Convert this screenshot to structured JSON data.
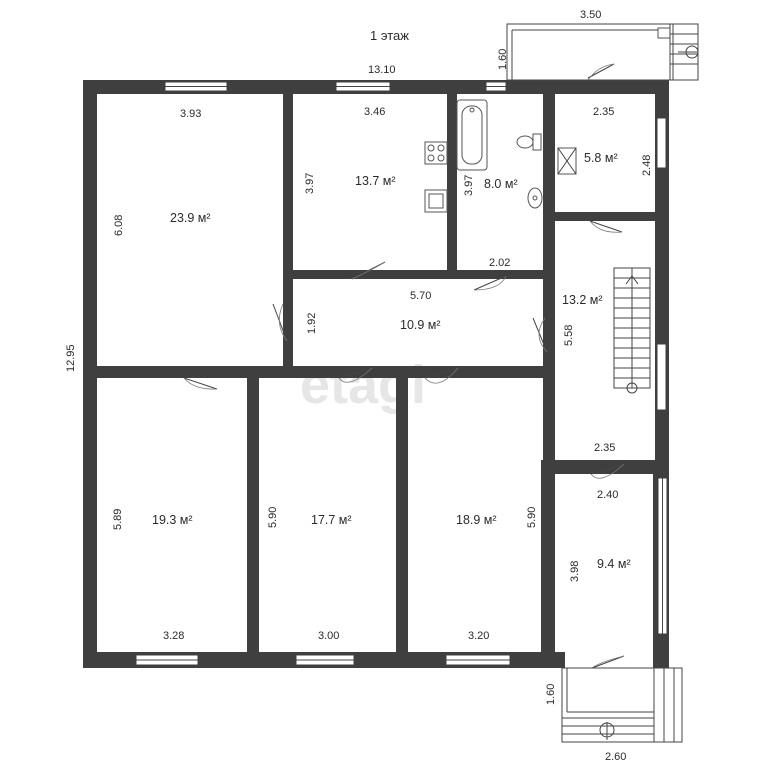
{
  "plan": {
    "floor_label": "1 этаж",
    "watermark": "etagi",
    "rooms": [
      {
        "area": "23.9 м²",
        "dims": [
          "3.93",
          "6.08"
        ]
      },
      {
        "area": "13.7 м²",
        "dims": [
          "3.46",
          "3.97"
        ]
      },
      {
        "area": "8.0 м²",
        "dims": [
          "3.97",
          "2.02"
        ]
      },
      {
        "area": "5.8 м²",
        "dims": [
          "2.35",
          "2.48"
        ]
      },
      {
        "area": "10.9 м²",
        "dims": [
          "5.70",
          "1.92"
        ]
      },
      {
        "area": "13.2 м²",
        "dims": [
          "5.58",
          "2.35"
        ]
      },
      {
        "area": "19.3 м²",
        "dims": [
          "5.89",
          "3.28"
        ]
      },
      {
        "area": "17.7 м²",
        "dims": [
          "5.90",
          "3.00"
        ]
      },
      {
        "area": "18.9 м²",
        "dims": [
          "5.90",
          "3.20"
        ]
      },
      {
        "area": "9.4 м²",
        "dims": [
          "2.40",
          "3.98"
        ]
      }
    ],
    "overall": {
      "width": "13.10",
      "height": "12.95"
    },
    "porches": [
      {
        "dims": [
          "3.50",
          "1.60"
        ]
      },
      {
        "dims": [
          "2.60",
          "1.60"
        ]
      }
    ]
  }
}
